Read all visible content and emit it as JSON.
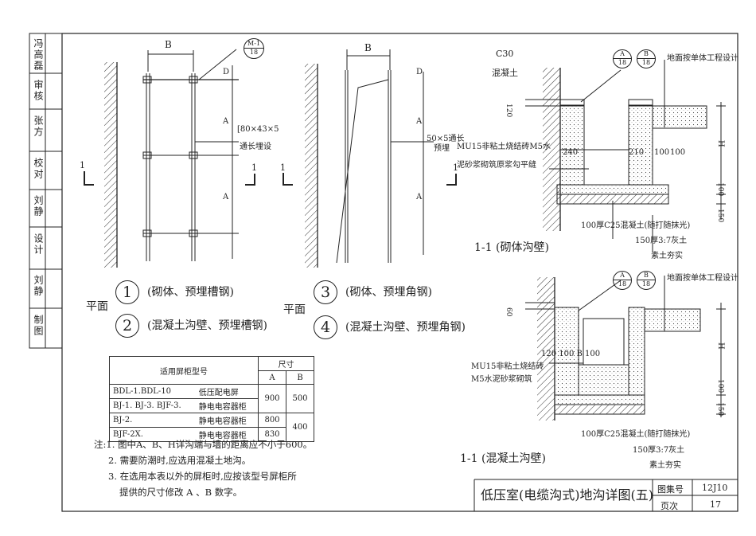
{
  "left_stamp": {
    "cells": [
      "冯高磊",
      "审核",
      "张方",
      "校对",
      "刘静",
      "设计",
      "刘静",
      "制图"
    ],
    "signature_note": "handwritten signatures"
  },
  "plan": {
    "label": "平面",
    "label2": "平面",
    "section_mark": "1",
    "dim_B": "B",
    "dim_B2": "B",
    "dim_A": "A",
    "dim_D": "D",
    "ref_top": "M-1",
    "ref_bottom": "18",
    "channel_note_1": "[80×43×5",
    "channel_note_2": "通长埋设",
    "angle_note_1": "50×5通长",
    "angle_note_2": "预埋",
    "items": [
      {
        "num": "1",
        "text": "(砌体、预埋槽钢)"
      },
      {
        "num": "2",
        "text": "(混凝土沟壁、预埋槽钢)"
      },
      {
        "num": "3",
        "text": "(砌体、预埋角钢)"
      },
      {
        "num": "4",
        "text": "(混凝土沟壁、预埋角钢)"
      }
    ]
  },
  "section_masonry": {
    "title": "1-1 (砌体沟壁)",
    "c30": "C30",
    "c30b": "混凝土",
    "ref_a_top": "A",
    "ref_a_bot": "18",
    "ref_b_top": "B",
    "ref_b_bot": "18",
    "ground_note": "地面按单体工程设计",
    "brick_note_1": "MU15非粘土烧结砖M5水",
    "brick_note_2": "泥砂浆砌筑原浆勾平缝",
    "dim_120": "120",
    "dim_240": "240",
    "dim_210": "210",
    "dim_100a": "100",
    "dim_100b": "100",
    "dim_H": "H",
    "dim_100": "100",
    "dim_150": "150",
    "layer_1": "100厚C25混凝土(随打随抹光)",
    "layer_2": "150厚3:7灰土",
    "layer_3": "素土夯实"
  },
  "section_concrete": {
    "title": "1-1 (混凝土沟壁)",
    "ref_a_top": "A",
    "ref_a_bot": "18",
    "ref_b_top": "B",
    "ref_b_bot": "18",
    "ground_note": "地面按单体工程设计",
    "brick_note_1": "MU15非粘土烧结砖",
    "brick_note_2": "M5水泥砂浆砌筑",
    "dim_60": "60",
    "dim_bottom": "120 100  B  100",
    "dim_H": "H",
    "dim_100": "100",
    "dim_150": "150",
    "layer_1": "100厚C25混凝土(随打随抹光)",
    "layer_2": "150厚3:7灰土",
    "layer_3": "素土夯实"
  },
  "table": {
    "header_model": "适用屏柜型号",
    "header_size": "尺寸",
    "col_a": "A",
    "col_b": "B",
    "rows": [
      {
        "model": "BDL-1.BDL-10",
        "desc": "低压配电屏",
        "a": "",
        "b": ""
      },
      {
        "model": "BJ-1. BJ-3. BJF-3.",
        "desc": "静电电容器柜",
        "a": "900",
        "b": "500"
      },
      {
        "model": "BJ-2.",
        "desc": "静电电容器柜",
        "a": "800",
        "b": ""
      },
      {
        "model": "BJF-2X.",
        "desc": "静电电容器柜",
        "a": "830",
        "b": "400"
      }
    ]
  },
  "notes": [
    "注:1. 图中A、B、H详沟端与墙的距离应不小于600。",
    "2. 需要防潮时,应选用混凝土地沟。",
    "3. 在选用本表以外的屏柜时,应按该型号屏柜所",
    "提供的尺寸修改 A 、B 数字。"
  ],
  "title_block": {
    "title": "低压室(电缆沟式)地沟详图(五)",
    "atlas_label": "图集号",
    "atlas_value": "12J10",
    "page_label": "页次",
    "page_value": "17"
  }
}
